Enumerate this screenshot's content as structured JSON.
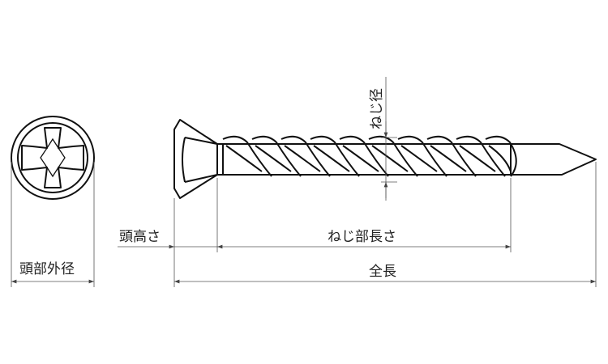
{
  "labels": {
    "head_diameter": "頭部外径",
    "head_height": "頭高さ",
    "thread_length": "ねじ部長さ",
    "total_length": "全長",
    "thread_diameter": "ねじ径"
  },
  "colors": {
    "line": "#111111",
    "dimension": "#555555"
  }
}
